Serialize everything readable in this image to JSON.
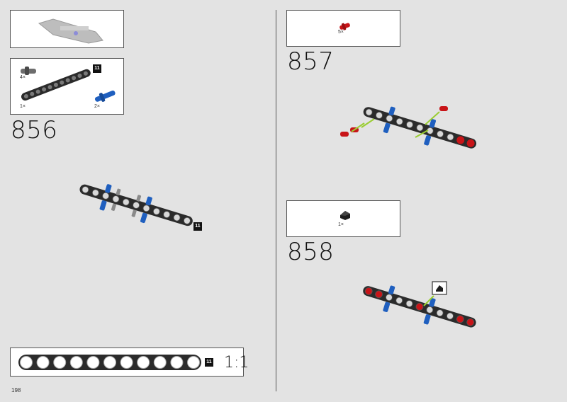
{
  "page": {
    "number": "198"
  },
  "steps": [
    {
      "number": "856",
      "parts": [
        {
          "name": "connector-peg",
          "qty": "4×",
          "color": "#6d6d6d"
        },
        {
          "name": "liftarm-beam",
          "qty": "1×",
          "color": "#2b2b2b",
          "length_badge": "11"
        },
        {
          "name": "blue-axle-pin",
          "qty": "2×",
          "color": "#1f5fbf"
        }
      ],
      "assembly_badge": "11"
    },
    {
      "number": "857",
      "parts": [
        {
          "name": "red-pin",
          "qty": "5×",
          "color": "#c81418"
        }
      ]
    },
    {
      "number": "858",
      "parts": [
        {
          "name": "black-slope-brick",
          "qty": "1×",
          "color": "#1d1d1d"
        }
      ]
    }
  ],
  "scale_ruler": {
    "badge": "11",
    "label": "1:1",
    "holes": 11
  }
}
